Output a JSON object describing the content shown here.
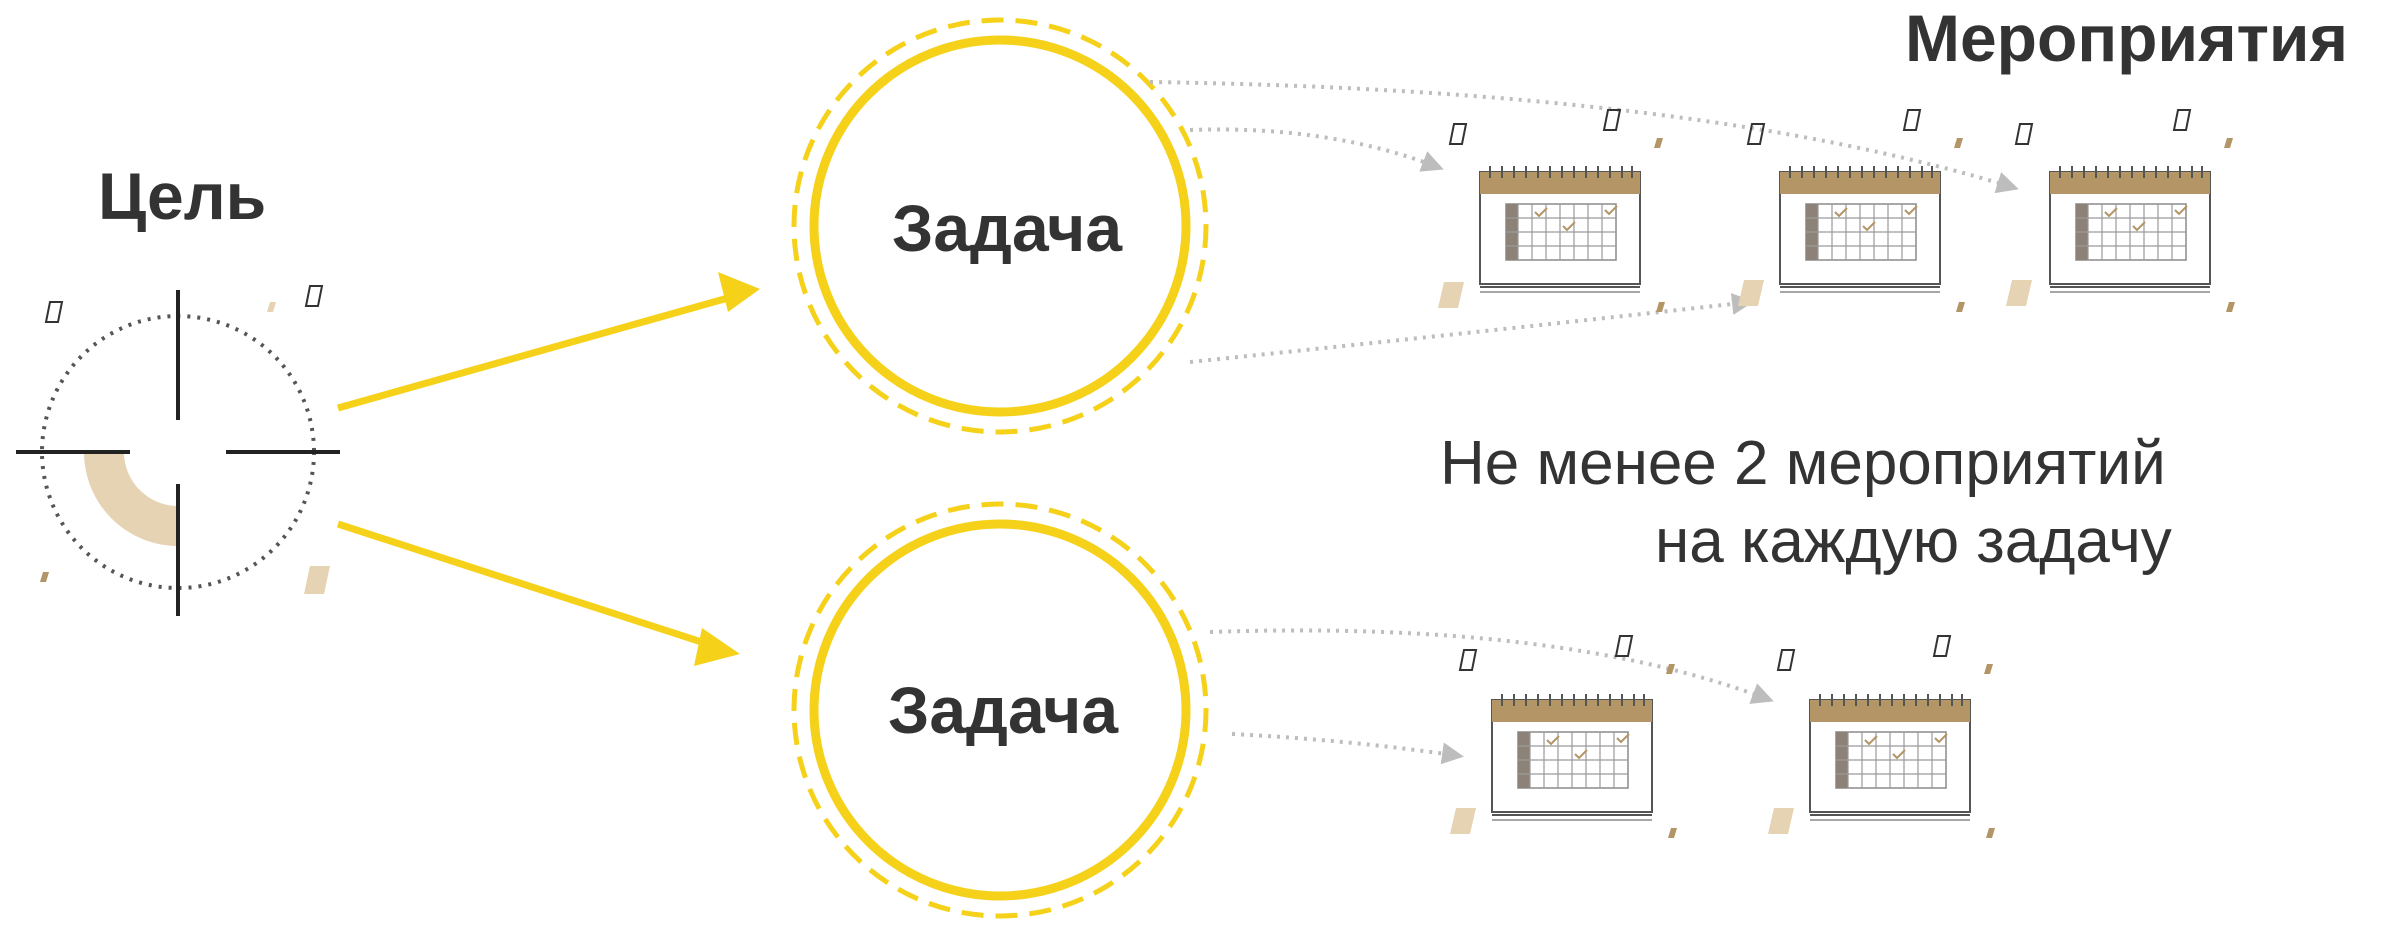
{
  "goal": {
    "label": "Цель",
    "icon": "target-crosshair-icon"
  },
  "tasks": [
    {
      "label": "Задача",
      "activity_count": 3
    },
    {
      "label": "Задача",
      "activity_count": 2
    }
  ],
  "activities_heading": "Мероприятия",
  "activity_icon": "calendar-icon",
  "note": {
    "line1": "Не менее 2 мероприятий",
    "line2": "на каждую задачу"
  },
  "colors": {
    "accent_yellow": "#F5D11A",
    "text": "#333333",
    "calendar_brown": "#B39566",
    "connector_gray": "#BDBDBD",
    "goal_beige": "#E6D3B3"
  }
}
